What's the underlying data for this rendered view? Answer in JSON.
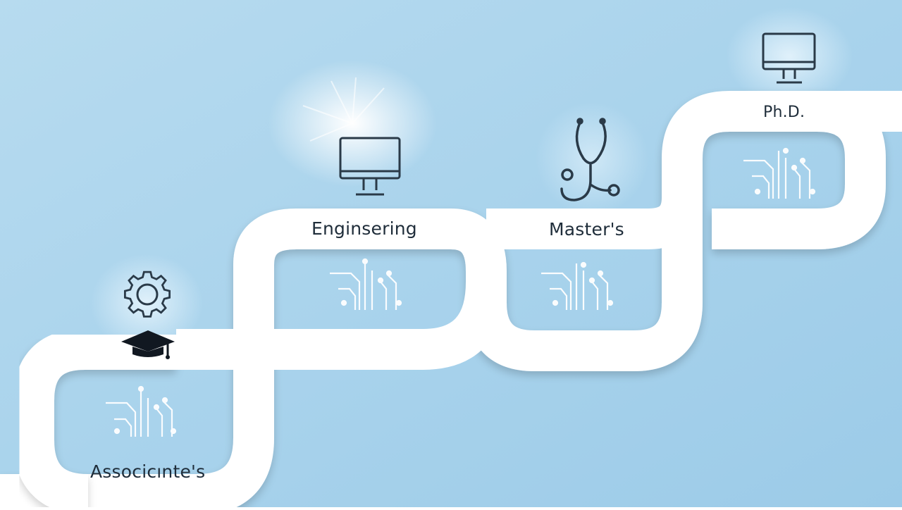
{
  "path": {
    "stages": [
      {
        "label": "Associcınte's",
        "icon": "graduation-cap-gear-icon"
      },
      {
        "label": "Enginsering",
        "icon": "monitor-icon"
      },
      {
        "label": "Master's",
        "icon": "stethoscope-icon"
      },
      {
        "label": "Ph.D.",
        "icon": "monitor-icon"
      }
    ]
  },
  "colors": {
    "background": "#a9d3ec",
    "road": "#ffffff",
    "icon_stroke": "#2a3a48",
    "circuit": "#ffffff"
  }
}
